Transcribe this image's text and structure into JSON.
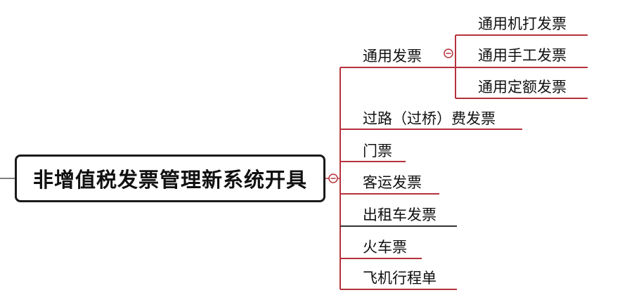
{
  "root": {
    "label": "非增值税发票管理新系统开具"
  },
  "branches": [
    {
      "label": "通用发票",
      "children": [
        {
          "label": "通用机打发票"
        },
        {
          "label": "通用手工发票"
        },
        {
          "label": "通用定额发票"
        }
      ]
    },
    {
      "label": "过路（过桥）费发票"
    },
    {
      "label": "门票"
    },
    {
      "label": "客运发票"
    },
    {
      "label": "出租车发票"
    },
    {
      "label": "火车票"
    },
    {
      "label": "飞机行程单"
    }
  ],
  "colors": {
    "branch_line": "#b5323c",
    "root_border": "#1a1a1a",
    "connector": "#555555",
    "text": "#111111"
  }
}
